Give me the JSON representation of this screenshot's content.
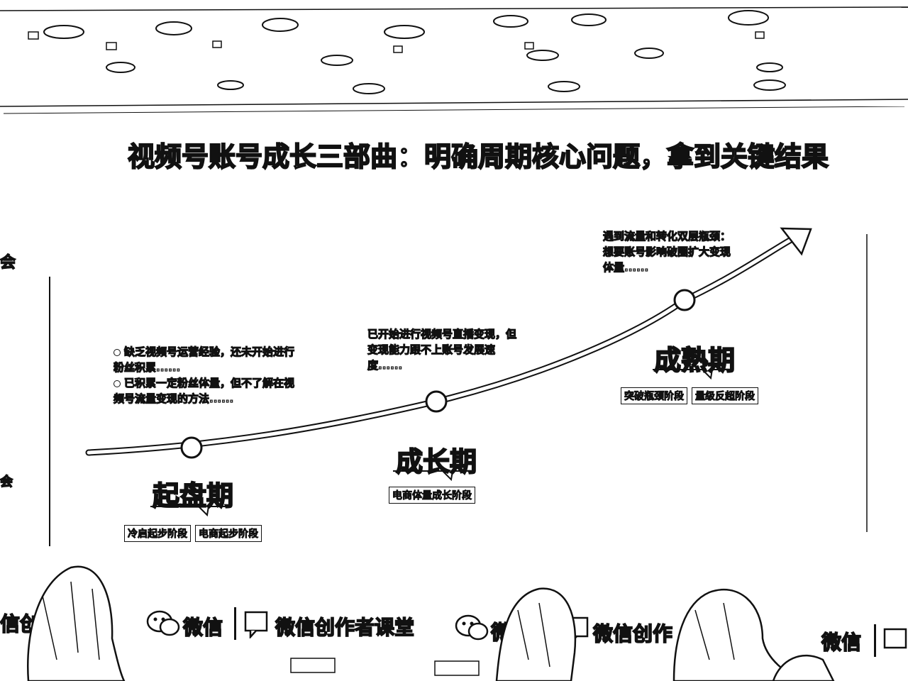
{
  "slide": {
    "title": "视频号账号成长三部曲：明确周期核心问题，拿到关键结果",
    "left_edge_top": "会",
    "left_edge_mid": "会",
    "stages": [
      {
        "name": "起盘期",
        "tags": [
          "冷启起步阶段",
          "电商起步阶段"
        ],
        "notes": [
          "缺乏视频号运营经验，还未开始进行粉丝积累......",
          "已积累一定粉丝体量，但不了解在视频号流量变现的方法......"
        ]
      },
      {
        "name": "成长期",
        "tags": [
          "电商体量成长阶段"
        ],
        "notes": [
          "已开始进行视频号直播变现，但变现能力跟不上账号发展速度......"
        ]
      },
      {
        "name": "成熟期",
        "tags": [
          "突破瓶颈阶段",
          "量级反超阶段"
        ],
        "notes": [
          "遇到流量和转化双层瓶颈：想要账号影响破圈扩大变现体量......"
        ]
      }
    ]
  },
  "footer": {
    "left_partial": "信创",
    "wechat_1": "微信",
    "course_1": "微信创作者课堂",
    "wechat_2": "微",
    "course_2": "微信创作",
    "wechat_3": "微信"
  }
}
